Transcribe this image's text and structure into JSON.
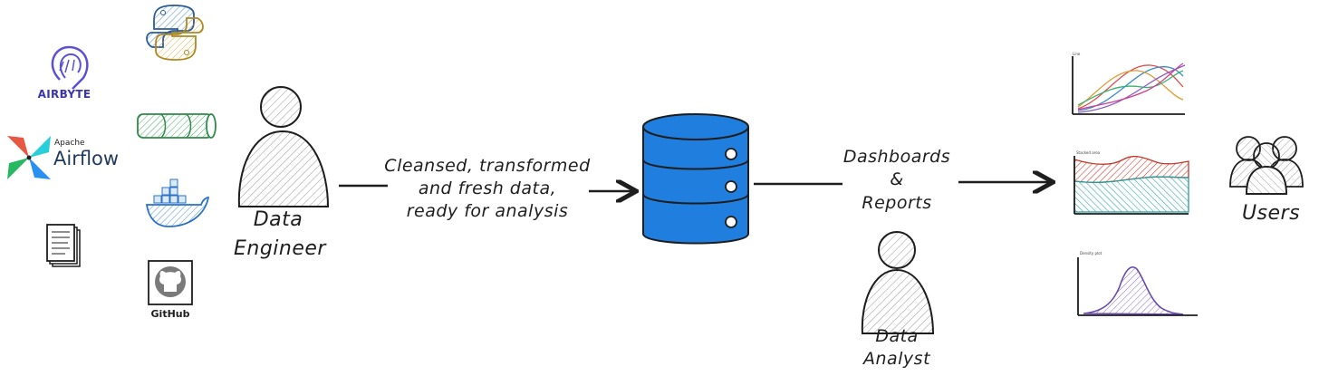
{
  "tools": {
    "airbyte_label": "AIRBYTE",
    "airflow_prefix": "Apache",
    "airflow_label": "Airflow",
    "github_label": "GitHub"
  },
  "engineer": {
    "label_line1": "Data",
    "label_line2": "Engineer"
  },
  "pipeline": {
    "note_line1": "Cleansed, transformed",
    "note_line2": "and fresh data,",
    "note_line3": "ready for analysis"
  },
  "outputs": {
    "label_line1": "Dashboards",
    "label_line2": "&",
    "label_line3": "Reports"
  },
  "analyst": {
    "label_line1": "Data",
    "label_line2": "Analyst"
  },
  "charts": {
    "line_title": "Line",
    "stacked_title": "Stacked area",
    "density_title": "Density plot"
  },
  "users": {
    "label": "Users"
  },
  "colors": {
    "database": "#1f7ede",
    "airbyte": "#5b4fd6",
    "stroke": "#1e1e1e"
  }
}
